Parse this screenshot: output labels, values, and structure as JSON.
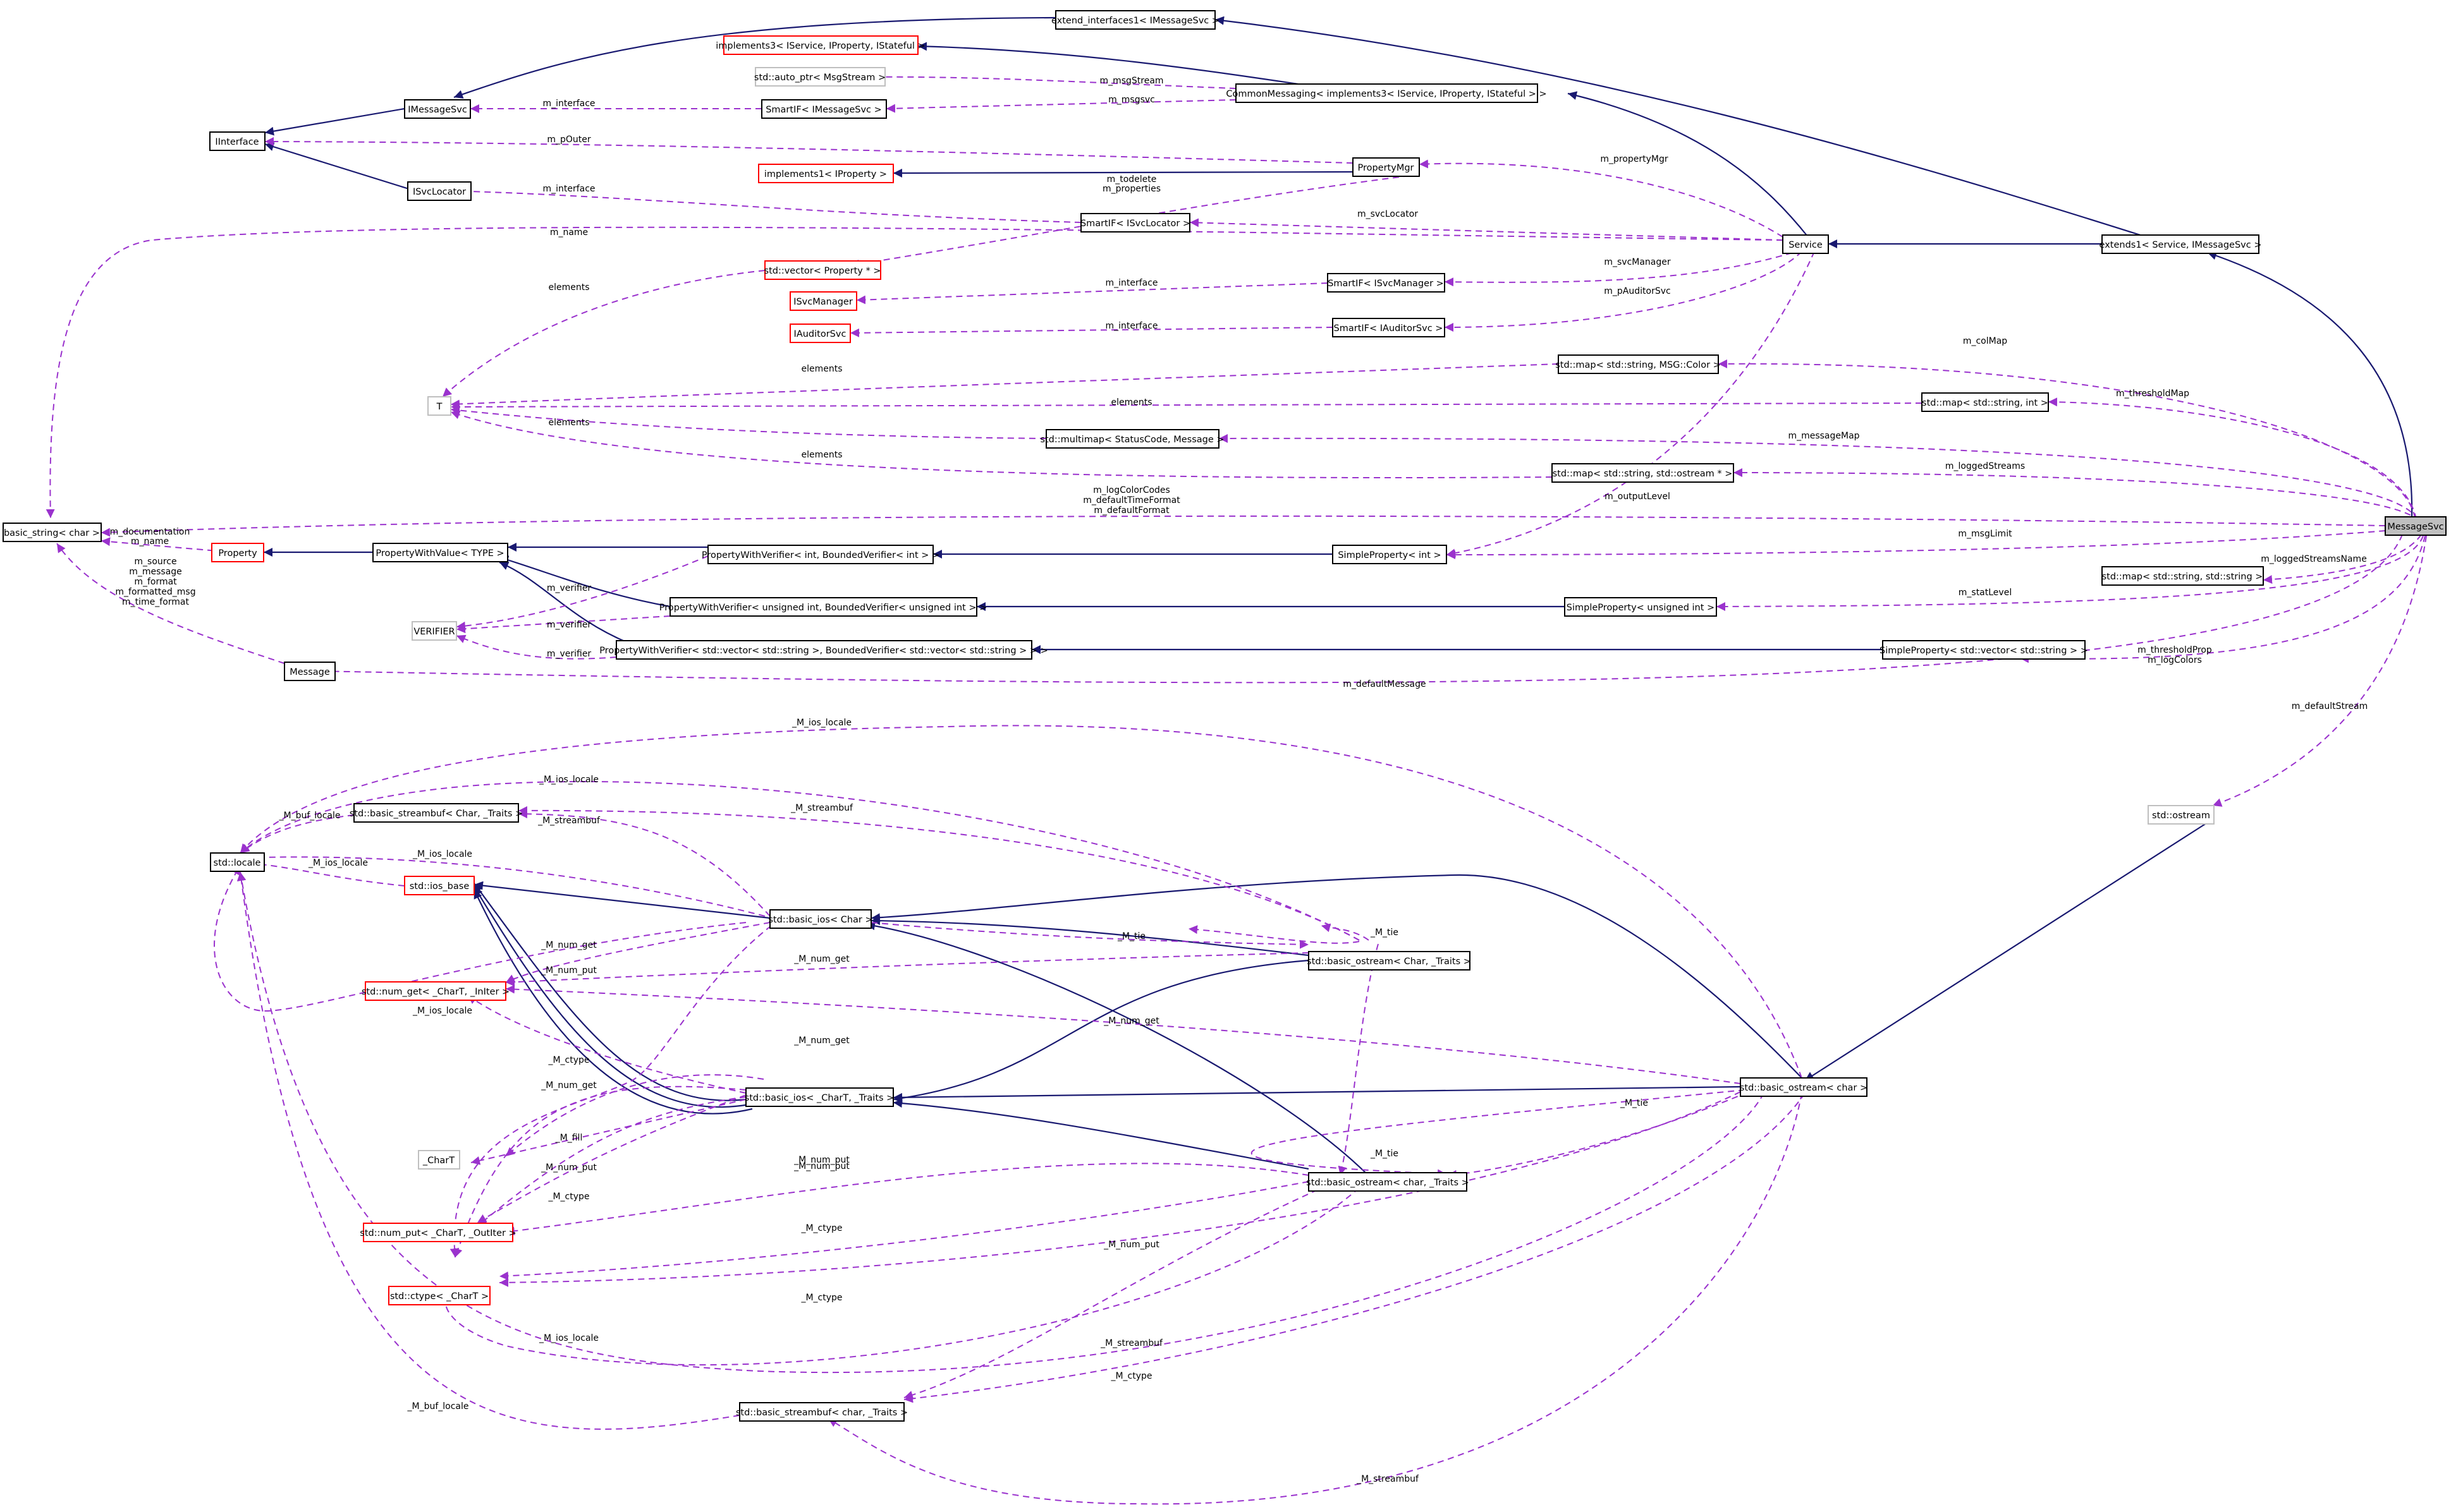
{
  "colors": {
    "inheritance_edge": "#191970",
    "usage_edge": "#9a32cd",
    "node_border": "#000000",
    "undocumented_node_border": "#ff0000",
    "external_node_border": "#bfbfbf",
    "focus_node_fill": "#bfbfbf"
  },
  "nodes": {
    "extend_interfaces1": "extend_interfaces1< IMessageSvc >",
    "implements3": "implements3< IService, IProperty, IStateful >",
    "auto_ptr": "std::auto_ptr< MsgStream >",
    "imessagesvc": "IMessageSvc",
    "smartif_imessagesvc": "SmartIF< IMessageSvc >",
    "commonmessaging": "CommonMessaging< implements3< IService, IProperty, IStateful > >",
    "iinterface": "IInterface",
    "propertymgr": "PropertyMgr",
    "implements1": "implements1< IProperty >",
    "isvclocator": "ISvcLocator",
    "smartif_isvclocator": "SmartIF< ISvcLocator >",
    "service": "Service",
    "extends1": "extends1< Service, IMessageSvc >",
    "vector_property": "std::vector< Property * >",
    "isvcmanager": "ISvcManager",
    "smartif_isvcmanager": "SmartIF< ISvcManager >",
    "iauditorsvc": "IAuditorSvc",
    "smartif_iauditorsvc": "SmartIF< IAuditorSvc >",
    "map_color": "std::map< std::string, MSG::Color >",
    "t": "T",
    "map_int": "std::map< std::string, int >",
    "multimap": "std::multimap< StatusCode, Message >",
    "map_ostream": "std::map< std::string, std::ostream * >",
    "basic_string": "basic_string< char >",
    "messagesvc": "MessageSvc",
    "property": "Property",
    "propertywithvalue": "PropertyWithValue< TYPE >",
    "pwv_int": "PropertyWithVerifier< int, BoundedVerifier< int > >",
    "simpleproperty_int": "SimpleProperty< int >",
    "map_string": "std::map< std::string, std::string >",
    "pwv_uint": "PropertyWithVerifier< unsigned int, BoundedVerifier< unsigned int > >",
    "simpleproperty_uint": "SimpleProperty< unsigned int >",
    "verifier": "VERIFIER",
    "pwv_vector": "PropertyWithVerifier< std::vector< std::string >, BoundedVerifier< std::vector< std::string > > >",
    "simpleproperty_vector": "SimpleProperty< std::vector< std::string > >",
    "message": "Message",
    "std_ostream": "std::ostream",
    "streambuf_tpl": "std::basic_streambuf< Char, _Traits >",
    "locale": "std::locale",
    "ios_base": "std::ios_base",
    "basic_ios_char_tpl": "std::basic_ios< Char >",
    "basic_ostream_tpl": "std::basic_ostream< Char, _Traits >",
    "num_get": "std::num_get< _CharT, _InIter >",
    "basic_ios_chart": "std::basic_ios< _CharT, _Traits >",
    "basic_ostream_char": "std::basic_ostream< char >",
    "chart": "_CharT",
    "basic_ostream_char_traits": "std::basic_ostream< char, _Traits >",
    "num_put": "std::num_put< _CharT, _OutIter >",
    "ctype": "std::ctype< _CharT >",
    "streambuf_char": "std::basic_streambuf< char, _Traits >"
  },
  "edge_labels": {
    "m_msgstream": "m_msgStream",
    "m_msgsvc": "m_msgsvc",
    "m_interface_msgsvc": "m_interface",
    "m_pouter": "m_pOuter",
    "m_propertymgr": "m_propertyMgr",
    "m_todelete": "m_todelete",
    "m_properties": "m_properties",
    "m_interface_svclocator": "m_interface",
    "m_svclocator": "m_svcLocator",
    "m_name_service": "m_name",
    "elements_vector": "elements",
    "m_svcmanager": "m_svcManager",
    "m_interface_svcmanager": "m_interface",
    "m_pauditorsvc": "m_pAuditorSvc",
    "m_interface_auditor": "m_interface",
    "m_colmap": "m_colMap",
    "elements_color": "elements",
    "m_thresholdmap": "m_thresholdMap",
    "elements_int": "elements",
    "elements_multimap": "elements",
    "m_messagemap": "m_messageMap",
    "elements_ostream": "elements",
    "m_loggedstreams": "m_loggedStreams",
    "m_logcolorcodes": "m_logColorCodes",
    "m_defaulttimeformat": "m_defaultTimeFormat",
    "m_defaultformat": "m_defaultFormat",
    "m_outputlevel": "m_outputLevel",
    "m_documentation": "m_documentation",
    "m_name_property": "m_name",
    "m_msglimit": "m_msgLimit",
    "m_source": "m_source",
    "m_message": "m_message",
    "m_format": "m_format",
    "m_formatted_msg": "m_formatted_msg",
    "m_time_format": "m_time_format",
    "m_loggedstreamsname": "m_loggedStreamsName",
    "m_verifier_1": "m_verifier",
    "m_statlevel": "m_statLevel",
    "m_verifier_2": "m_verifier",
    "m_verifier_3": "m_verifier",
    "m_thresholdprop": "m_thresholdProp",
    "m_logcolors": "m_logColors",
    "m_defaultmessage": "m_defaultMessage",
    "m_defaultstream": "m_defaultStream",
    "ios_locale_top": "_M_ios_locale",
    "ios_locale_2": "_M_ios_locale",
    "buf_locale_1": "_M_buf_locale",
    "streambuf_1": "_M_streambuf",
    "streambuf_2": "_M_streambuf",
    "ios_locale_3": "_M_ios_locale",
    "ios_locale_4": "_M_ios_locale",
    "tie_1": "_M_tie",
    "num_get_1": "_M_num_get",
    "num_put_1": "_M_num_put",
    "num_get_2": "_M_num_get",
    "num_get_3": "_M_num_get",
    "ios_locale_5": "_M_ios_locale",
    "num_get_4": "_M_num_get",
    "ctype_1": "_M_ctype",
    "fill": "_M_fill",
    "num_put_2": "_M_num_put",
    "tie_2": "_M_tie",
    "tie_3": "_M_tie",
    "num_put_3": "_M_num_put",
    "num_put_4": "_M_num_put",
    "ctype_2": "_M_ctype",
    "ctype_3": "_M_ctype",
    "num_put_5": "_M_num_put",
    "ctype_4": "_M_ctype",
    "ios_locale_6": "_M_ios_locale",
    "streambuf_3": "_M_streambuf",
    "ctype_5": "_M_ctype",
    "buf_locale_2": "_M_buf_locale",
    "streambuf_4": "_M_streambuf"
  }
}
